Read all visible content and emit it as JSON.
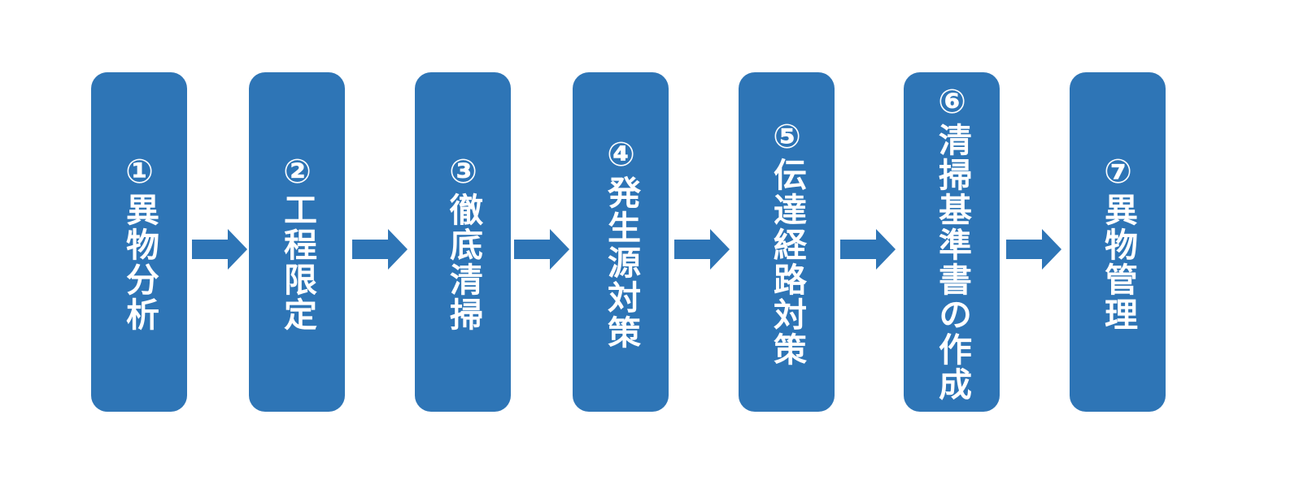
{
  "diagram": {
    "colors": {
      "box_fill": "#2E75B6",
      "arrow_fill": "#2E75B6",
      "text": "#FFFFFF"
    },
    "steps": [
      {
        "label": "①異物分析"
      },
      {
        "label": "②工程限定"
      },
      {
        "label": "③徹底清掃"
      },
      {
        "label": "④発生源対策"
      },
      {
        "label": "⑤伝達経路対策"
      },
      {
        "label": "⑥清掃基準書の作成"
      },
      {
        "label": "⑦異物管理"
      }
    ],
    "connector_icon": "right-arrow-icon"
  }
}
